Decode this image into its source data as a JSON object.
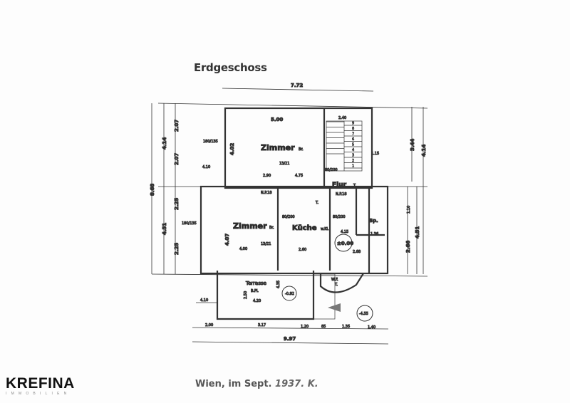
{
  "plan": {
    "title": "Erdgeschoss",
    "rooms": {
      "zimmer_top": "Zimmer",
      "zimmer_top_note": "Br.",
      "zimmer_left": "Zimmer",
      "zimmer_left_note": "Br.",
      "kueche": "Küche",
      "kueche_note": "w.Ki.",
      "flur": "Flur",
      "flur_note": "T.",
      "speis": "Sp.",
      "terrasse": "Terrasse",
      "terrasse_note": "B.Pl.",
      "wf": "W.F.",
      "wf_note": "T.",
      "t": "T."
    },
    "levels": {
      "main": "±0.00",
      "terrace": "-0.92",
      "ground": "-4.55"
    },
    "dimensions": {
      "top_total": "7.72",
      "zimmer_width": "5.00",
      "stair_width": "2.40",
      "left_total": "8.68",
      "left_upper": "4.14",
      "left_upper_a": "2.07",
      "left_upper_b": "2.07",
      "left_lower": "4.51",
      "left_lower_a": "2.25",
      "left_lower_b": "2.25",
      "right_upper": "4.14",
      "right_upper_a": "3.44",
      "right_lower": "4.51",
      "right_lower_a": "2.66",
      "right_lower_b": "1.10",
      "zimmer_depth": "4.02",
      "zimmer_left_depth": "4.07",
      "d_290": "2.90",
      "d_475": "4.75",
      "d_410": "4.10",
      "d_115": "1.15",
      "d_400": "4.00",
      "d_260": "2.60",
      "d_415": "4.15",
      "d_268": "2.68",
      "d_136": "1.36",
      "d_420": "4.20",
      "d_250": "2.50",
      "d_410b": "4.10",
      "d_435": "4.35",
      "window": "180/135",
      "window2": "180/135",
      "door": "80/200",
      "door2": "80/200",
      "door3": "80/200",
      "bottom_total": "9.97",
      "bottom": [
        "2.00",
        "3.17",
        "1.20",
        "85",
        "1.35",
        "1.40"
      ],
      "heater": "13/21",
      "heater2": "13/21",
      "np1": "N.P.18",
      "np2": "N.P.18"
    },
    "stair_steps": [
      "1",
      "2",
      "3",
      "4",
      "5",
      "6",
      "7",
      "8",
      "9"
    ],
    "signature": {
      "place": "Wien, im Sept.",
      "year": "1937.",
      "initial": "K."
    }
  },
  "logo": {
    "name": "KREFINA",
    "tagline": "IMMOBILIEN"
  }
}
